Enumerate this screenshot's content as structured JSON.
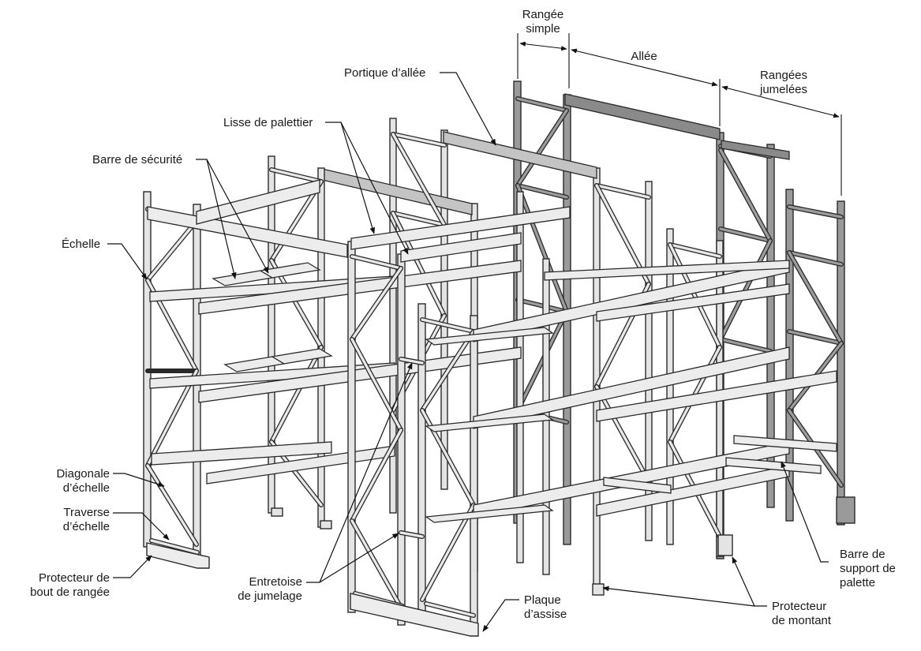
{
  "labels": {
    "rangee_simple_1": "Rangée",
    "rangee_simple_2": "simple",
    "allee": "Allée",
    "rangees_jumelees_1": "Rangées",
    "rangees_jumelees_2": "jumelées",
    "portique_allee": "Portique d’allée",
    "lisse_palettier": "Lisse de palettier",
    "barre_securite": "Barre de sécurité",
    "echelle": "Échelle",
    "diagonale_1": "Diagonale",
    "diagonale_2": "d’échelle",
    "traverse_1": "Traverse",
    "traverse_2": "d’échelle",
    "protecteur_bout_1": "Protecteur de",
    "protecteur_bout_2": "bout de rangée",
    "entretoise_1": "Entretoise",
    "entretoise_2": "de jumelage",
    "plaque_1": "Plaque",
    "plaque_2": "d’assise",
    "protecteur_montant_1": "Protecteur",
    "protecteur_montant_2": "de montant",
    "barre_support_1": "Barre de",
    "barre_support_2": "support de",
    "barre_support_3": "palette"
  }
}
